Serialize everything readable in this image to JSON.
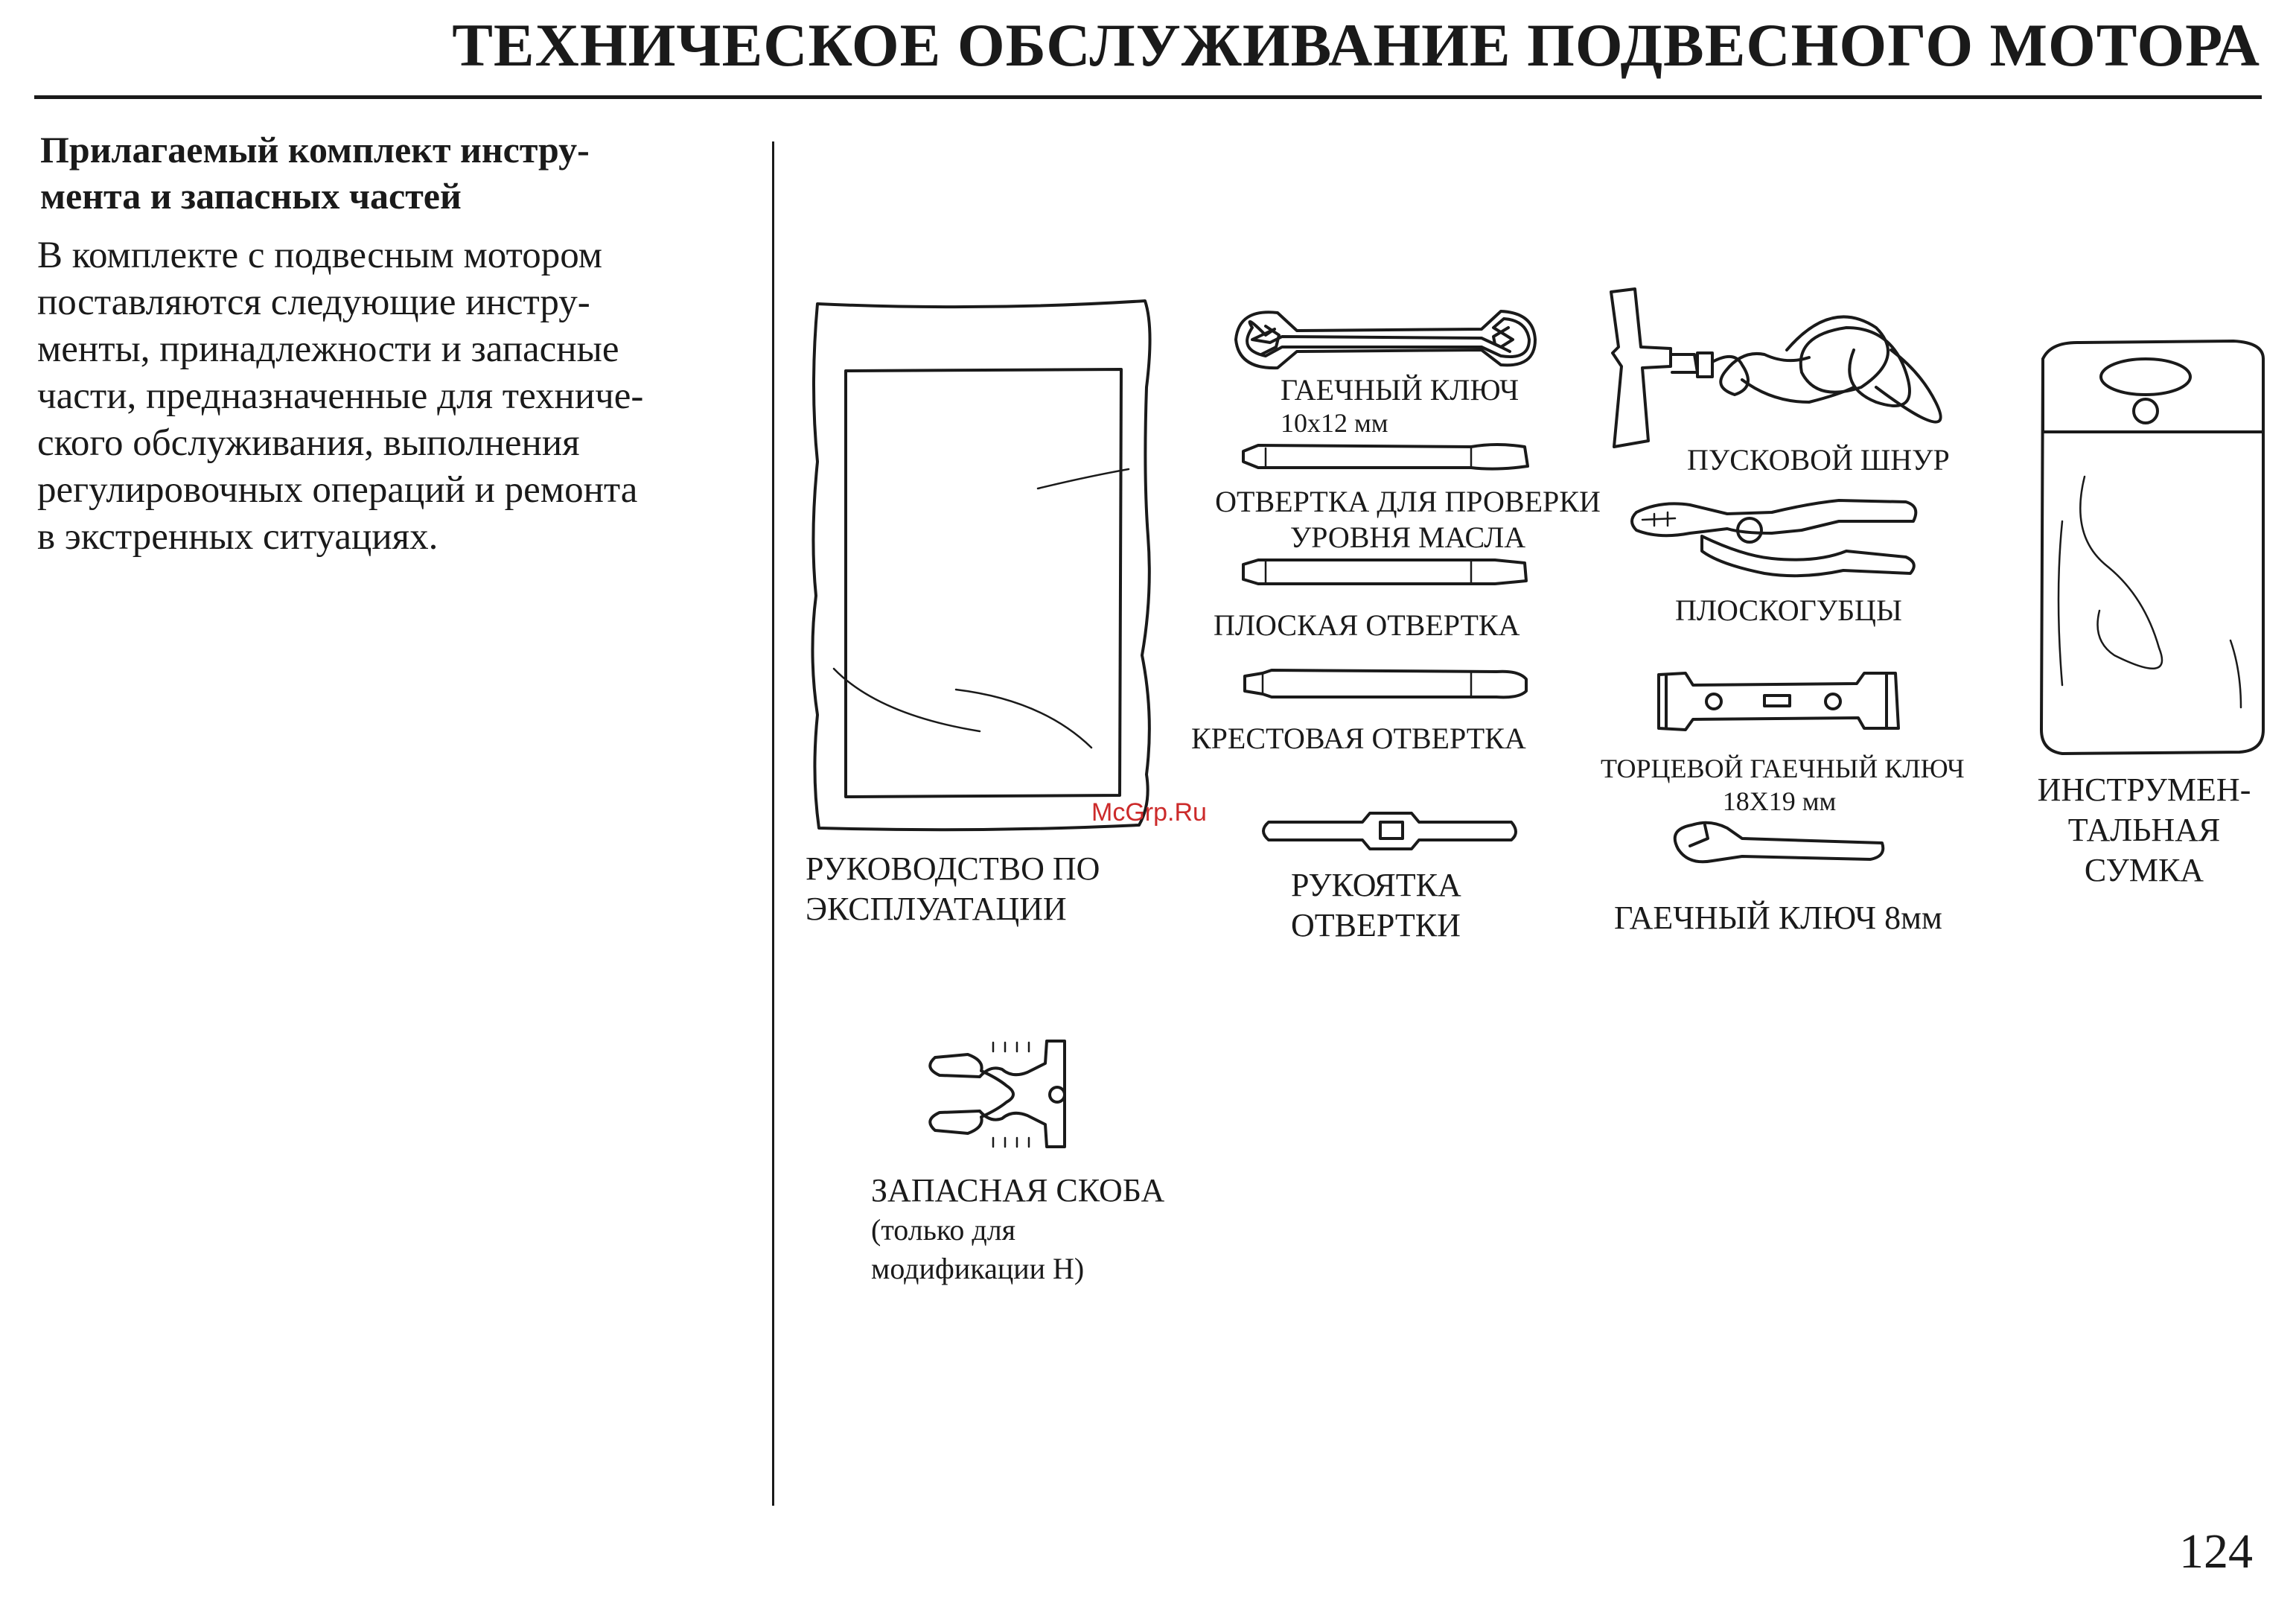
{
  "header": {
    "title": "ТЕХНИЧЕСКОЕ ОБСЛУЖИВАНИЕ ПОДВЕСНОГО МОТОРА"
  },
  "section": {
    "title_lines": [
      "Прилагаемый комплект инстру-",
      "мента и запасных частей"
    ],
    "body_lines": [
      "В комплекте с подвесным мотором",
      "поставляются следующие инстру-",
      "менты, принадлежности и запасные",
      "части, предназначенные для техниче-",
      "ского обслуживания, выполнения",
      "регулировочных операций и ремонта",
      "в экстренных ситуациях."
    ]
  },
  "items": {
    "manual": {
      "lines": [
        "РУКОВОДСТВО ПО",
        "ЭКСПЛУАТАЦИИ"
      ],
      "icon": "manual-booklet-icon"
    },
    "wrench_10x12": {
      "name": "ГАЕЧНЫЙ КЛЮЧ",
      "size": "10x12 мм",
      "icon": "open-end-wrench-icon"
    },
    "oil_check_screwdriver": {
      "lines": [
        "ОТВЕРТКА ДЛЯ ПРОВЕРКИ",
        "УРОВНЯ МАСЛА"
      ],
      "icon": "screwdriver-bit-icon"
    },
    "flat_screwdriver": {
      "label": "ПЛОСКАЯ ОТВЕРТКА",
      "icon": "flat-screwdriver-bit-icon"
    },
    "phillips_screwdriver": {
      "label": "КРЕСТОВАЯ ОТВЕРТКА",
      "icon": "phillips-screwdriver-bit-icon"
    },
    "screwdriver_handle": {
      "lines": [
        "РУКОЯТКА",
        "ОТВЕРТКИ"
      ],
      "icon": "screwdriver-handle-icon"
    },
    "starter_rope": {
      "label": "ПУСКОВОЙ ШНУР",
      "icon": "starter-rope-icon"
    },
    "pliers": {
      "label": "ПЛОСКОГУБЦЫ",
      "icon": "pliers-icon"
    },
    "socket_wrench": {
      "name": "ТОРЦЕВОЙ ГАЕЧНЫЙ КЛЮЧ",
      "size": "18X19 мм",
      "icon": "socket-wrench-icon"
    },
    "wrench_8mm": {
      "label": "ГАЕЧНЫЙ КЛЮЧ 8мм",
      "icon": "small-wrench-icon"
    },
    "tool_bag": {
      "lines": [
        "ИНСТРУМЕН-",
        "ТАЛЬНАЯ",
        "СУМКА"
      ],
      "icon": "tool-bag-icon"
    },
    "spare_clip": {
      "lines": [
        "ЗАПАСНАЯ СКОБА",
        "(только для",
        "модификации H)"
      ],
      "icon": "spare-clip-icon"
    }
  },
  "watermark": "McGrp.Ru",
  "page_number": "124"
}
